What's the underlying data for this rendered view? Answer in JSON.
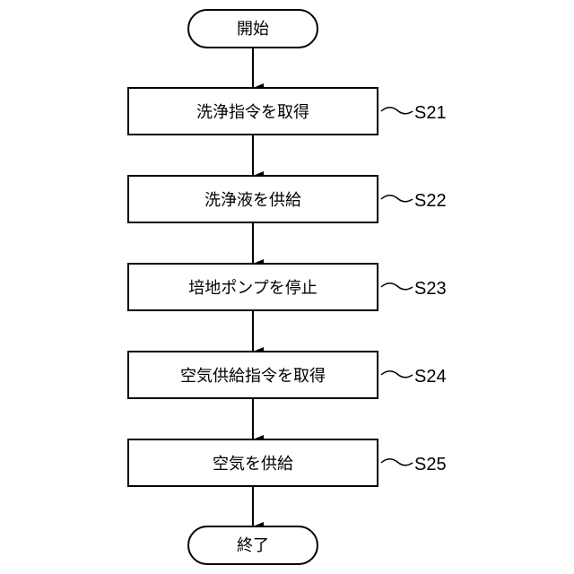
{
  "flowchart": {
    "start_label": "開始",
    "end_label": "終了",
    "steps": [
      {
        "label": "洗浄指令を取得",
        "id": "S21"
      },
      {
        "label": "洗浄液を供給",
        "id": "S22"
      },
      {
        "label": "培地ポンプを停止",
        "id": "S23"
      },
      {
        "label": "空気供給指令を取得",
        "id": "S24"
      },
      {
        "label": "空気を供給",
        "id": "S25"
      }
    ]
  }
}
